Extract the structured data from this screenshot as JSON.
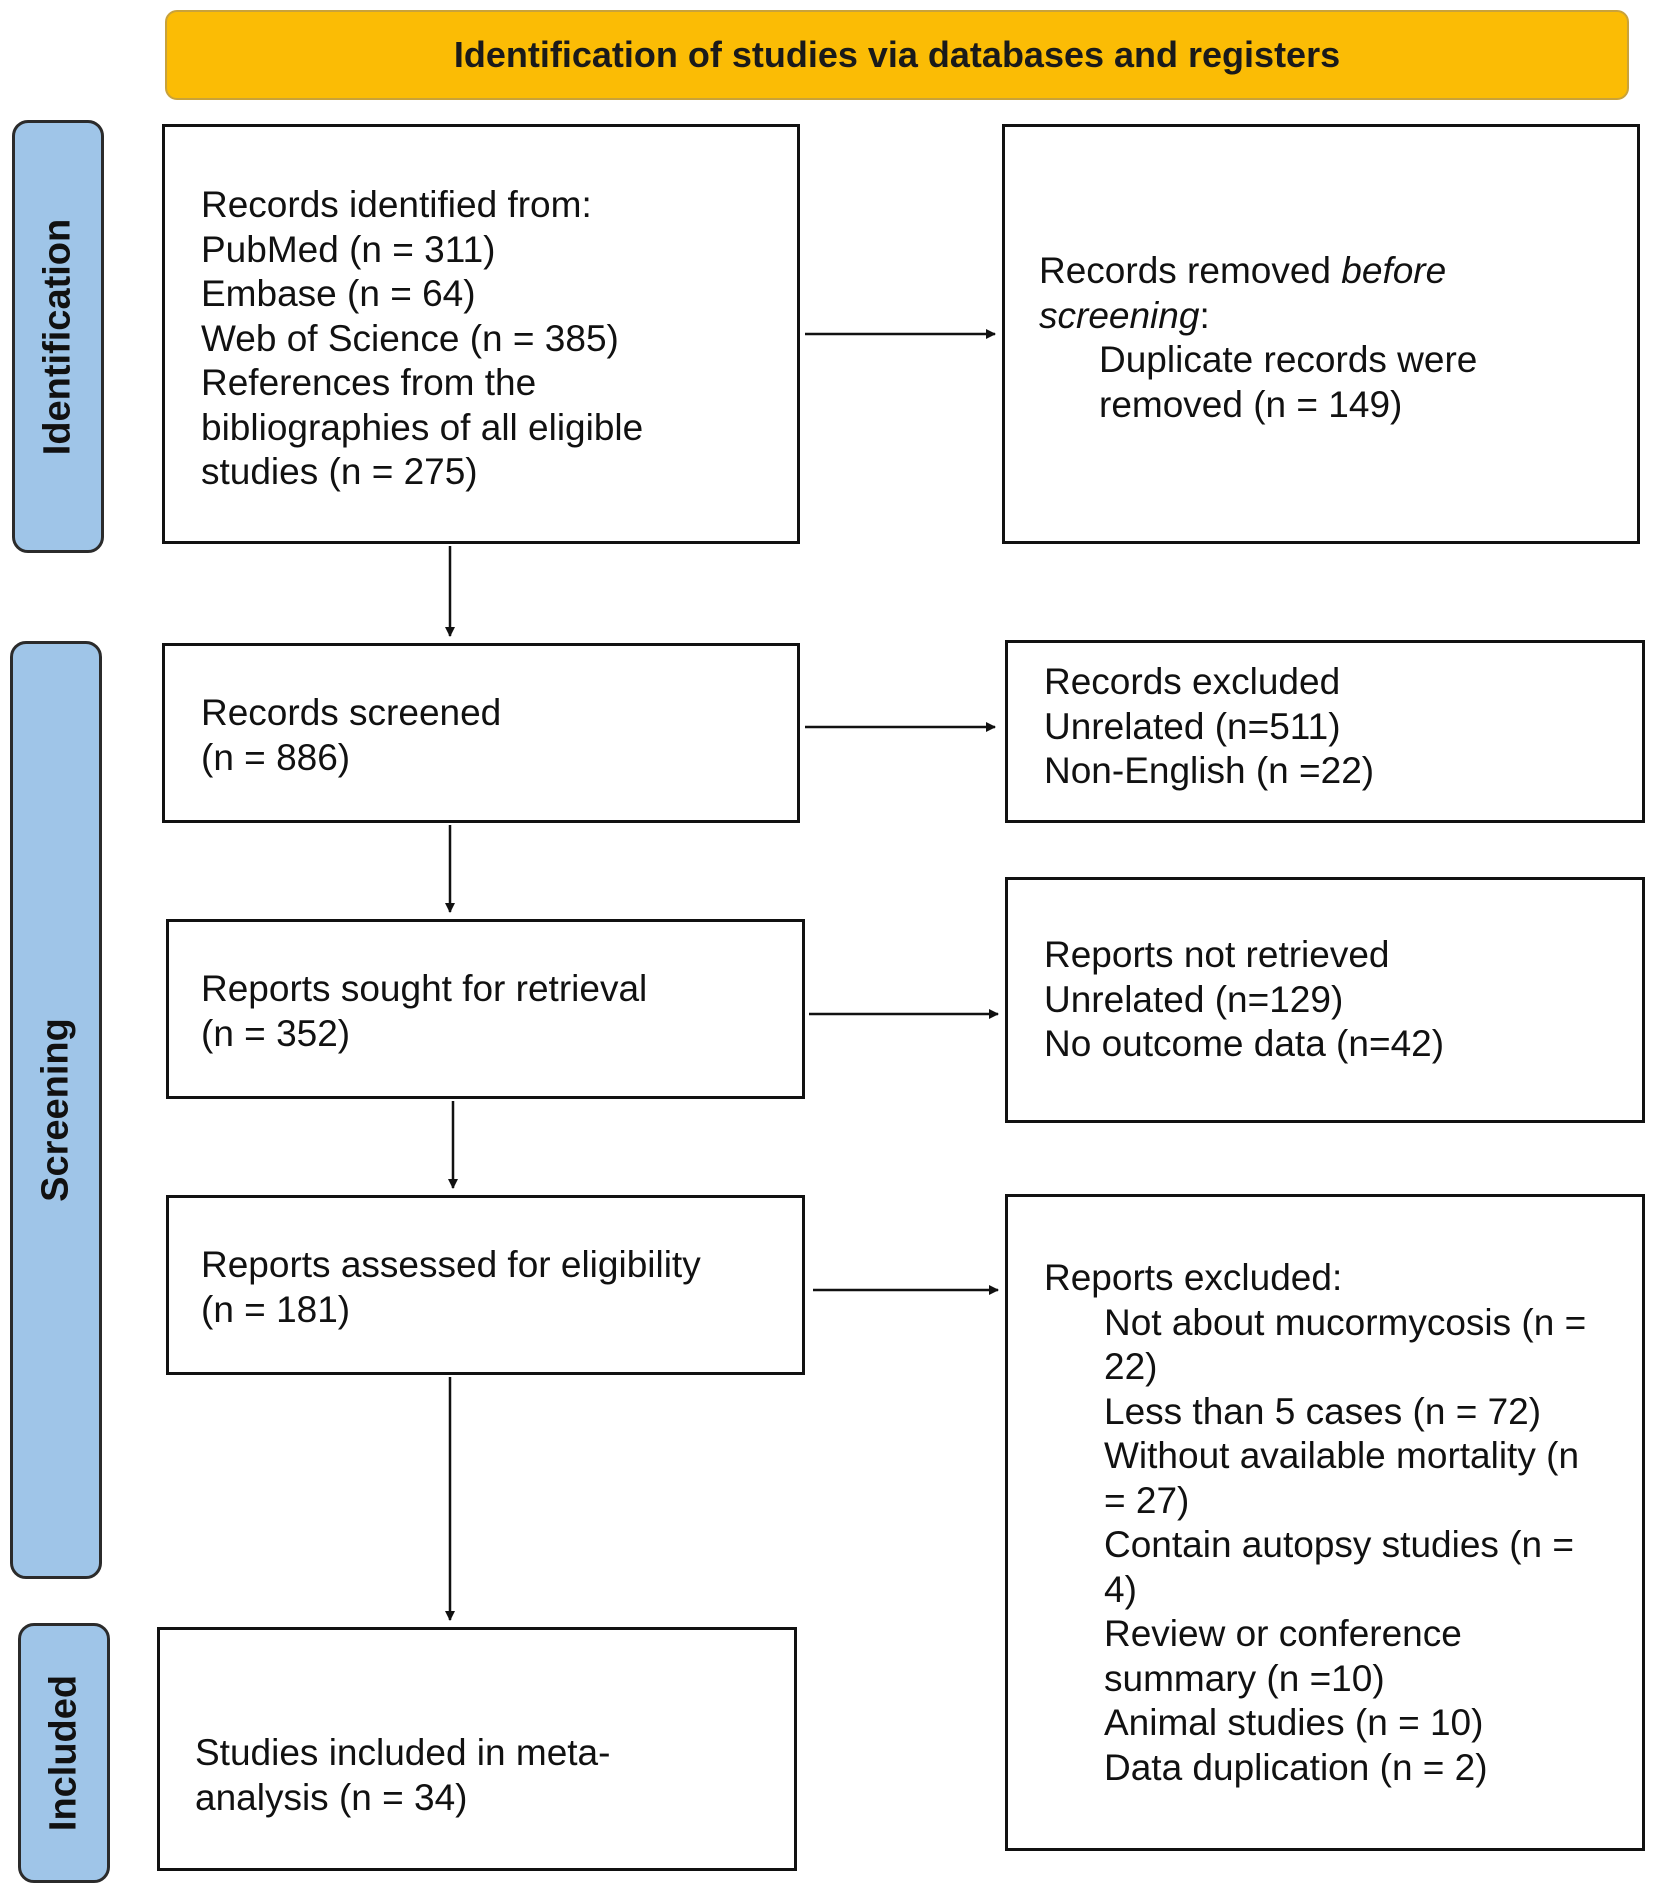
{
  "header": {
    "title": "Identification of studies via databases and registers"
  },
  "phases": {
    "identification": "Identification",
    "screening": "Screening",
    "included": "Included"
  },
  "identified": {
    "lines": [
      "Records identified from:",
      "PubMed (n = 311)",
      "Embase (n = 64)",
      "Web of Science (n = 385)",
      "References from the",
      "bibliographies of all eligible",
      "studies (n = 275)"
    ]
  },
  "removed": {
    "lead_prefix": "Records removed ",
    "lead_italic": "before",
    "lead2_italic": "screening",
    "lead2_suffix": ":",
    "lines": [
      "Duplicate records were",
      "removed (n = 149)"
    ]
  },
  "screened": {
    "lines": [
      "Records screened",
      "(n = 886)"
    ]
  },
  "excluded": {
    "lines": [
      "Records excluded",
      "Unrelated (n=511)",
      "Non-English (n =22)"
    ]
  },
  "sought": {
    "lines": [
      "Reports sought for retrieval",
      "(n = 352)"
    ]
  },
  "not_retrieved": {
    "lines": [
      "Reports not retrieved",
      "Unrelated (n=129)",
      "No outcome data (n=42)"
    ]
  },
  "assessed": {
    "lines": [
      "Reports assessed for eligibility",
      "(n = 181)"
    ]
  },
  "reports_excluded": {
    "title": "Reports excluded:",
    "lines": [
      "Not about mucormycosis (n =",
      "22)",
      "Less than 5 cases (n = 72)",
      "Without available mortality (n",
      "= 27)",
      "Contain autopsy studies (n =",
      "4)",
      "Review or conference",
      "summary (n =10)",
      "Animal studies (n = 10)",
      "Data duplication (n = 2)"
    ]
  },
  "included_box": {
    "lines": [
      "Studies included in meta-",
      "analysis (n = 34)"
    ]
  }
}
